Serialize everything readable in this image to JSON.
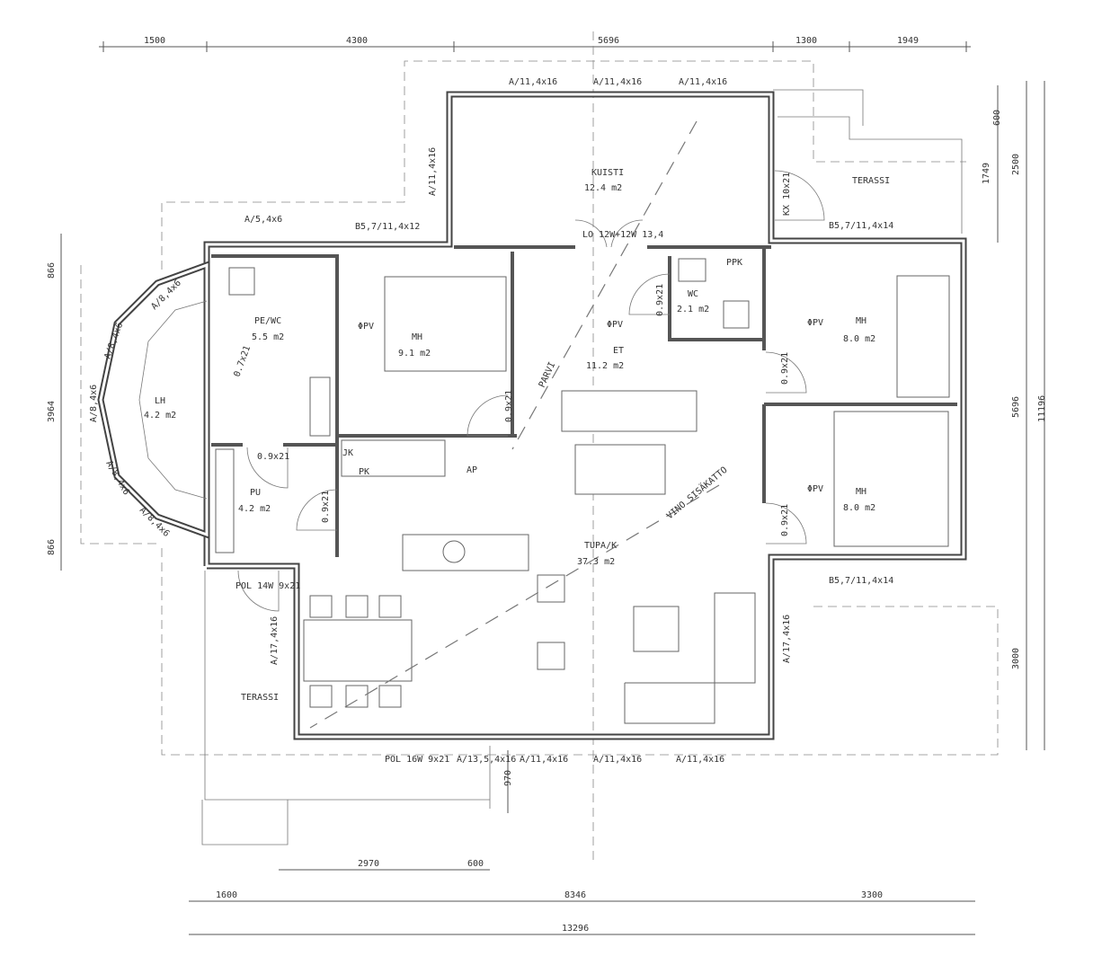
{
  "dimensions": {
    "top": [
      "1500",
      "4300",
      "5696",
      "1300",
      "1949"
    ],
    "bottom_inner": [
      "2970",
      "600"
    ],
    "bottom": [
      "1600",
      "8346",
      "3300"
    ],
    "bottom_total": "13296",
    "right": [
      "600",
      "2500",
      "1749",
      "5696",
      "3000"
    ],
    "right_total": "11196",
    "left": [
      "866",
      "3964",
      "866"
    ],
    "porch_depth": "970"
  },
  "rooms": {
    "kuisti": {
      "name": "KUISTI",
      "area": "12.4 m2"
    },
    "terassi_ne": {
      "name": "TERASSI"
    },
    "pe_wc": {
      "name": "PE/WC",
      "area": "5.5 m2"
    },
    "mh1": {
      "name": "MH",
      "area": "9.1 m2"
    },
    "lh": {
      "name": "LH",
      "area": "4.2 m2"
    },
    "pu": {
      "name": "PU",
      "area": "4.2 m2"
    },
    "et": {
      "name": "ET",
      "area": "11.2 m2"
    },
    "wc": {
      "name": "WC",
      "area": "2.1 m2"
    },
    "mh2": {
      "name": "MH",
      "area": "8.0 m2"
    },
    "mh3": {
      "name": "MH",
      "area": "8.0 m2"
    },
    "tupa": {
      "name": "TUPA/K",
      "area": "37.3 m2"
    },
    "terassi_sw": {
      "name": "TERASSI"
    }
  },
  "annotations": {
    "pv": "ΦPV",
    "parvi": "PARVI",
    "vino": "VINO SISÄKATTO",
    "ppk": "PPK",
    "jk": "JK",
    "pk": "PK",
    "ap": "AP",
    "main_door": "LO 12W+12W 13,4"
  },
  "doors": {
    "d09": "0.9x21",
    "d07": "0.7x21",
    "kx": "KX 10x21",
    "pol14": "POL 14W 9x21",
    "pol16": "POL 16W 9x21"
  },
  "windows": {
    "a11": "A/11,4x16",
    "a5": "A/5,4x6",
    "b12": "B5,7/11,4x12",
    "b14": "B5,7/11,4x14",
    "a17": "A/17,4x16",
    "a13": "A/13,5,4x16",
    "a8": "A/8,4x6"
  }
}
